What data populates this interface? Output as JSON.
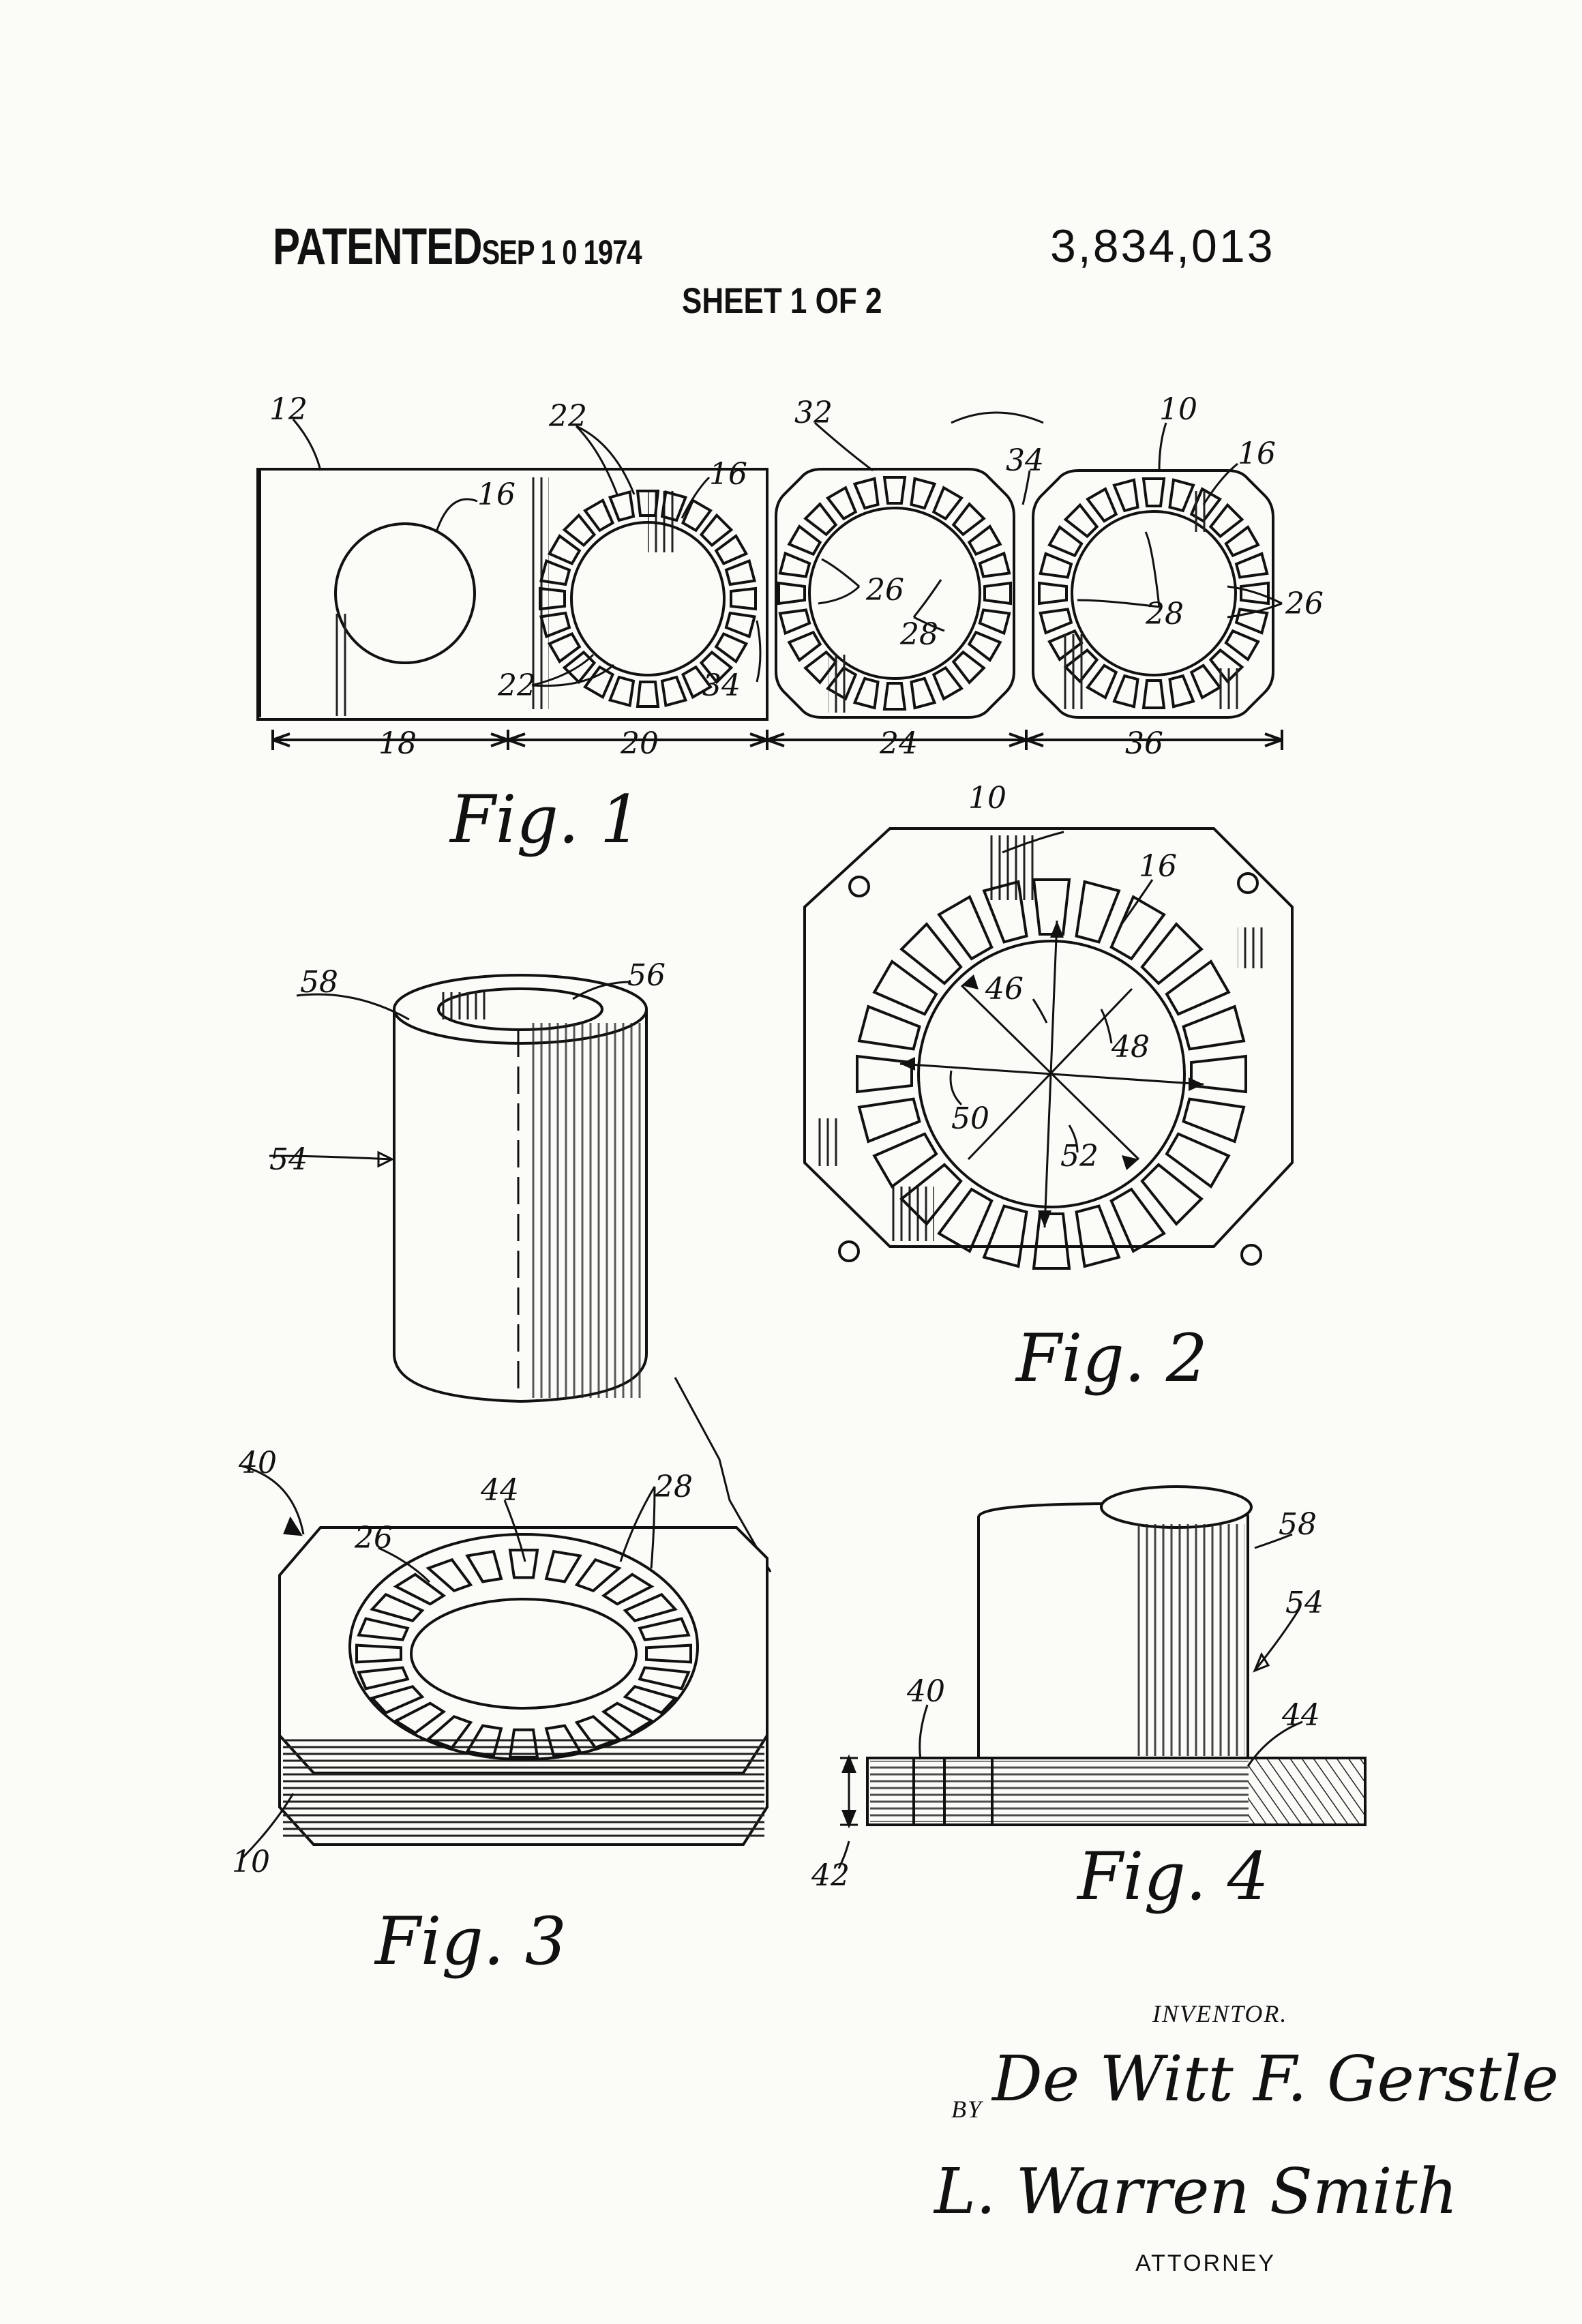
{
  "header": {
    "patented": "PATENTED",
    "date": "SEP 1 0 1974",
    "patent_number": "3,834,013",
    "sheet": "SHEET 1 OF 2"
  },
  "figures": {
    "fig1": "Fig. 1",
    "fig2": "Fig. 2",
    "fig3": "Fig. 3",
    "fig4": "Fig. 4"
  },
  "labels": {
    "fig1": [
      "12",
      "22",
      "16",
      "16",
      "22",
      "34",
      "32",
      "26",
      "28",
      "34",
      "10",
      "16",
      "28",
      "26",
      "18",
      "20",
      "24",
      "36"
    ],
    "fig2": [
      "10",
      "16",
      "46",
      "48",
      "50",
      "52"
    ],
    "fig_cyl": [
      "58",
      "56",
      "54"
    ],
    "fig3": [
      "40",
      "44",
      "28",
      "26",
      "10"
    ],
    "fig4": [
      "58",
      "54",
      "40",
      "44",
      "42"
    ]
  },
  "signature": {
    "inventor_label": "INVENTOR.",
    "inventor_name": "De Witt F. Gerstle",
    "by_label": "BY",
    "attorney_name": "L. Warren Smith",
    "attorney_label": "ATTORNEY"
  }
}
